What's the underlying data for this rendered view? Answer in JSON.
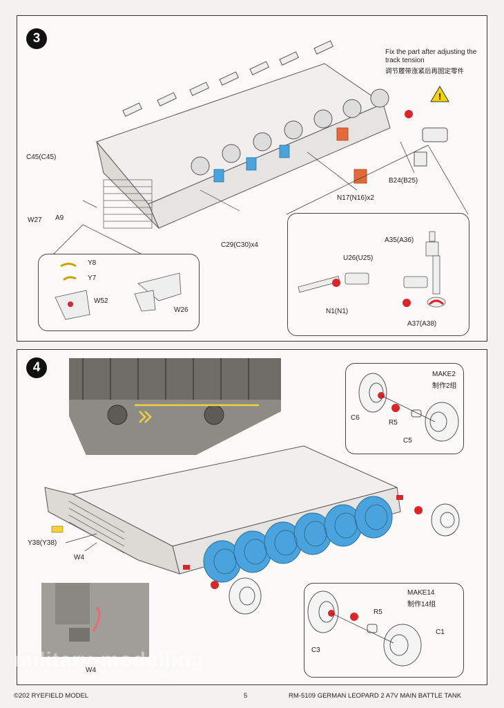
{
  "step3": {
    "number": "3",
    "note_en": "Fix the part after adjusting the track tension",
    "note_cn": "调节履带涨紧后再固定零件",
    "labels": {
      "c45": "C45(C45)",
      "w27": "W27",
      "a9": "A9",
      "c29": "C29(C30)x4",
      "n17": "N17(N16)x2",
      "b24": "B24(B25)",
      "y8": "Y8",
      "y7": "Y7",
      "w52": "W52",
      "w26": "W26",
      "a35": "A35(A36)",
      "u26": "U26(U25)",
      "n1": "N1(N1)",
      "a37": "A37(A38)"
    }
  },
  "step4": {
    "number": "4",
    "labels": {
      "y38": "Y38(Y38)",
      "w4": "W4",
      "w4_photo": "W4"
    },
    "make2": {
      "title": "MAKE2",
      "title_cn": "制作2组",
      "c6": "C6",
      "r5": "R5",
      "c5": "C5"
    },
    "make14": {
      "title": "MAKE14",
      "title_cn": "制作14组",
      "r5": "R5",
      "c3": "C3",
      "c1": "C1"
    }
  },
  "watermark": {
    "text": "military-modelling",
    "sub": ".info"
  },
  "footer": {
    "left": "©202 RYEFIELD MODEL",
    "page": "5",
    "right": "RM-5109 GERMAN LEOPARD  2 A7V MAIN BATTLE TANK"
  },
  "colors": {
    "part_blue": "#4aa3dc",
    "part_orange": "#e2693a",
    "glue_red": "#d9262b",
    "warning_yellow": "#f5d20a",
    "highlight_yellow": "#f1d23c"
  }
}
